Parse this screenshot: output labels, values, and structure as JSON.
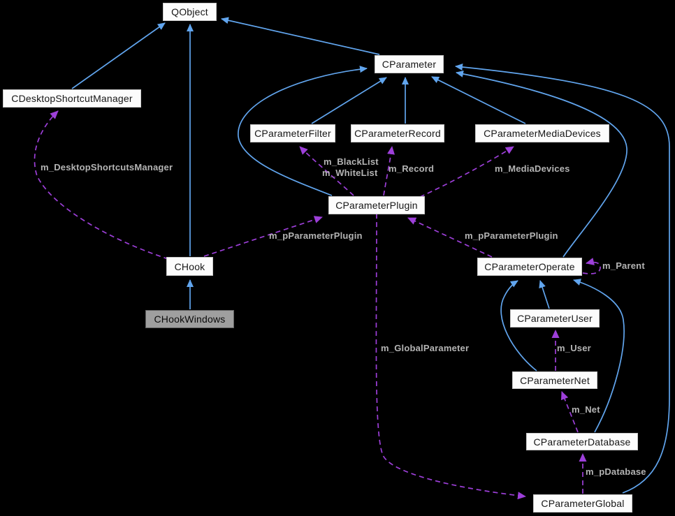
{
  "diagram": {
    "kind": "collaboration-graph",
    "background": "#000000",
    "colors": {
      "inheritance_edge": "#61a5ee",
      "usage_edge": "#9d3fd9",
      "edge_label_text": "#b4b4b4",
      "node_fill": "#fcfcfc",
      "node_border": "#c9c9c9",
      "node_text": "#161616",
      "highlighted_node_fill": "#9f9f9f",
      "highlighted_node_border": "#616161"
    },
    "nodes": [
      {
        "id": "QObject",
        "label": "QObject",
        "highlighted": false
      },
      {
        "id": "CDesktopShortcutManager",
        "label": "CDesktopShortcutManager",
        "highlighted": false
      },
      {
        "id": "CParameter",
        "label": "CParameter",
        "highlighted": false
      },
      {
        "id": "CParameterFilter",
        "label": "CParameterFilter",
        "highlighted": false
      },
      {
        "id": "CParameterRecord",
        "label": "CParameterRecord",
        "highlighted": false
      },
      {
        "id": "CParameterMediaDevices",
        "label": "CParameterMediaDevices",
        "highlighted": false
      },
      {
        "id": "CParameterPlugin",
        "label": "CParameterPlugin",
        "highlighted": false
      },
      {
        "id": "CHook",
        "label": "CHook",
        "highlighted": false
      },
      {
        "id": "CParameterOperate",
        "label": "CParameterOperate",
        "highlighted": false
      },
      {
        "id": "CHookWindows",
        "label": "CHookWindows",
        "highlighted": true
      },
      {
        "id": "CParameterUser",
        "label": "CParameterUser",
        "highlighted": false
      },
      {
        "id": "CParameterNet",
        "label": "CParameterNet",
        "highlighted": false
      },
      {
        "id": "CParameterDatabase",
        "label": "CParameterDatabase",
        "highlighted": false
      },
      {
        "id": "CParameterGlobal",
        "label": "CParameterGlobal",
        "highlighted": false
      }
    ],
    "edge_labels": [
      {
        "text": "m_DesktopShortcutsManager"
      },
      {
        "text": "m_BlackList"
      },
      {
        "text": "m_WhiteList"
      },
      {
        "text": "m_Record"
      },
      {
        "text": "m_MediaDevices"
      },
      {
        "text": "m_pParameterPlugin"
      },
      {
        "text": "m_pParameterPlugin"
      },
      {
        "text": "m_Parent"
      },
      {
        "text": "m_User"
      },
      {
        "text": "m_GlobalParameter"
      },
      {
        "text": "m_Net"
      },
      {
        "text": "m_pDatabase"
      }
    ],
    "edges": [
      {
        "from": "CDesktopShortcutManager",
        "to": "QObject",
        "type": "inheritance"
      },
      {
        "from": "CHook",
        "to": "QObject",
        "type": "inheritance"
      },
      {
        "from": "CParameter",
        "to": "QObject",
        "type": "inheritance"
      },
      {
        "from": "CParameterFilter",
        "to": "CParameter",
        "type": "inheritance"
      },
      {
        "from": "CParameterRecord",
        "to": "CParameter",
        "type": "inheritance"
      },
      {
        "from": "CParameterMediaDevices",
        "to": "CParameter",
        "type": "inheritance"
      },
      {
        "from": "CParameterPlugin",
        "to": "CParameter",
        "type": "inheritance"
      },
      {
        "from": "CParameterOperate",
        "to": "CParameter",
        "type": "inheritance"
      },
      {
        "from": "CParameterGlobal",
        "to": "CParameter",
        "type": "inheritance"
      },
      {
        "from": "CHookWindows",
        "to": "CHook",
        "type": "inheritance"
      },
      {
        "from": "CParameterUser",
        "to": "CParameterOperate",
        "type": "inheritance"
      },
      {
        "from": "CParameterNet",
        "to": "CParameterOperate",
        "type": "inheritance"
      },
      {
        "from": "CParameterDatabase",
        "to": "CParameterOperate",
        "type": "inheritance"
      },
      {
        "from": "CHook",
        "to": "CDesktopShortcutManager",
        "type": "usage",
        "label": "m_DesktopShortcutsManager"
      },
      {
        "from": "CHook",
        "to": "CParameterPlugin",
        "type": "usage",
        "label": "m_pParameterPlugin"
      },
      {
        "from": "CParameterOperate",
        "to": "CParameterPlugin",
        "type": "usage",
        "label": "m_pParameterPlugin"
      },
      {
        "from": "CParameterOperate",
        "to": "CParameterOperate",
        "type": "usage",
        "label": "m_Parent"
      },
      {
        "from": "CParameterPlugin",
        "to": "CParameterFilter",
        "type": "usage",
        "label": "m_BlackList / m_WhiteList"
      },
      {
        "from": "CParameterPlugin",
        "to": "CParameterRecord",
        "type": "usage",
        "label": "m_Record"
      },
      {
        "from": "CParameterPlugin",
        "to": "CParameterMediaDevices",
        "type": "usage",
        "label": "m_MediaDevices"
      },
      {
        "from": "CParameterPlugin",
        "to": "CParameterGlobal",
        "type": "usage",
        "label": "m_GlobalParameter"
      },
      {
        "from": "CParameterNet",
        "to": "CParameterUser",
        "type": "usage",
        "label": "m_User"
      },
      {
        "from": "CParameterDatabase",
        "to": "CParameterNet",
        "type": "usage",
        "label": "m_Net"
      },
      {
        "from": "CParameterGlobal",
        "to": "CParameterDatabase",
        "type": "usage",
        "label": "m_pDatabase"
      }
    ]
  }
}
